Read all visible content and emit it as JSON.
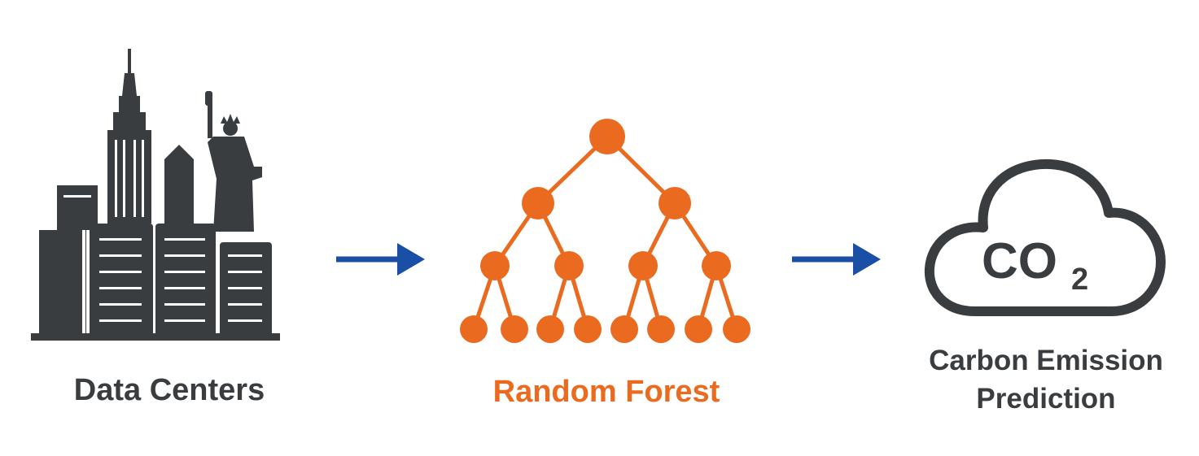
{
  "colors": {
    "dark": "#3a3d40",
    "accent": "#ea6a1f",
    "arrow": "#1b4fa5",
    "background": "#ffffff"
  },
  "stages": [
    {
      "label": "Data Centers",
      "icon": "city-skyline-server-racks-icon"
    },
    {
      "label": "Random Forest",
      "icon": "decision-tree-icon"
    },
    {
      "label_line1": "Carbon Emission",
      "label_line2": "Prediction",
      "icon": "co2-cloud-icon"
    }
  ],
  "co2_icon_text": {
    "main": "CO",
    "subscript": "2"
  },
  "connectors": [
    {
      "from": "Data Centers",
      "to": "Random Forest",
      "icon": "arrow-right-icon"
    },
    {
      "from": "Random Forest",
      "to": "Carbon Emission Prediction",
      "icon": "arrow-right-icon"
    }
  ]
}
